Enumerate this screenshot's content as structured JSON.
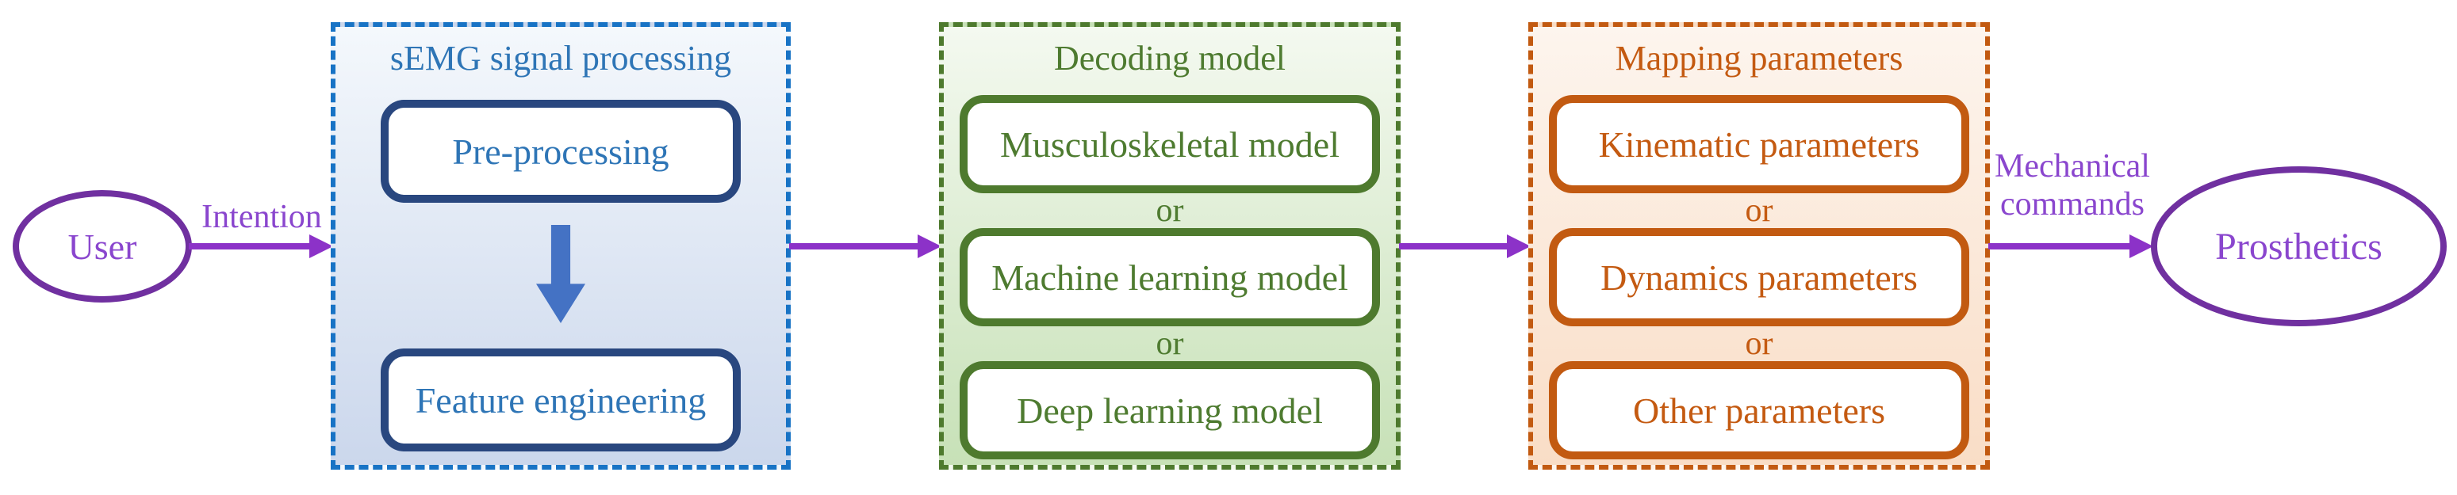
{
  "nodes": {
    "user": "User",
    "prosthetics": "Prosthetics"
  },
  "edge_labels": {
    "intention": "Intention",
    "mechanical_line1": "Mechanical",
    "mechanical_line2": "commands"
  },
  "groups": [
    {
      "title": "sEMG signal processing",
      "items": [
        "Pre-processing",
        "Feature engineering"
      ]
    },
    {
      "title": "Decoding model",
      "separator": "or",
      "items": [
        "Musculoskeletal model",
        "Machine learning model",
        "Deep learning model"
      ]
    },
    {
      "title": "Mapping parameters",
      "separator": "or",
      "items": [
        "Kinematic parameters",
        "Dynamics parameters",
        "Other parameters"
      ]
    }
  ],
  "colors": {
    "purple-dark": "#7030A0",
    "purple-text": "#8A46CE",
    "purple-arrow": "#8C32C8",
    "blue-border": "#1873C5",
    "blue-inner-border": "#29477F",
    "blue-text": "#2E75B6",
    "blue-arrow": "#4472C4",
    "blue-bg-top": "#F4F8FC",
    "blue-bg-bottom": "#CBD7EC",
    "green-border": "#4E7A2E",
    "green-text": "#4E7B30",
    "green-bg-top": "#F4F9F0",
    "green-bg-bottom": "#C7E1B7",
    "orange-border": "#C25A11",
    "orange-text": "#C45A11",
    "orange-bg-top": "#FDF5EE",
    "orange-bg-bottom": "#F9DDC6"
  }
}
